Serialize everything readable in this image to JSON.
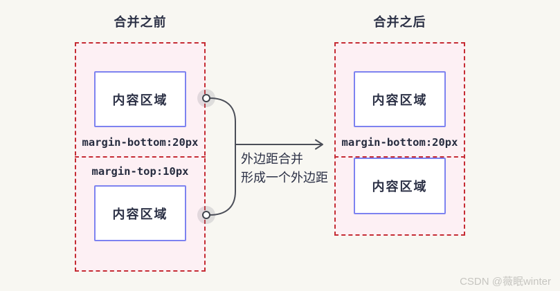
{
  "left_panel": {
    "title": "合并之前",
    "top_box": {
      "content_label": "内容区域",
      "margin_label": "margin-bottom:20px"
    },
    "bottom_box": {
      "margin_label": "margin-top:10px",
      "content_label": "内容区域"
    }
  },
  "middle": {
    "annotation_line1": "外边距合并",
    "annotation_line2": "形成一个外边距"
  },
  "right_panel": {
    "title": "合并之后",
    "top_box": {
      "content_label": "内容区域",
      "margin_label": "margin-bottom:20px"
    },
    "bottom_box": {
      "content_label": "内容区域"
    }
  },
  "watermark": "CSDN @薇眠winter",
  "colors": {
    "background": "#f8f7f2",
    "dashed_border": "#c52b33",
    "margin_box_fill": "#fdf0f4",
    "content_border": "#7d82f0",
    "content_fill": "#ffffff",
    "text_dark": "#2b3045",
    "connector": "#4b4e58",
    "watermark": "#c6c5c0"
  }
}
